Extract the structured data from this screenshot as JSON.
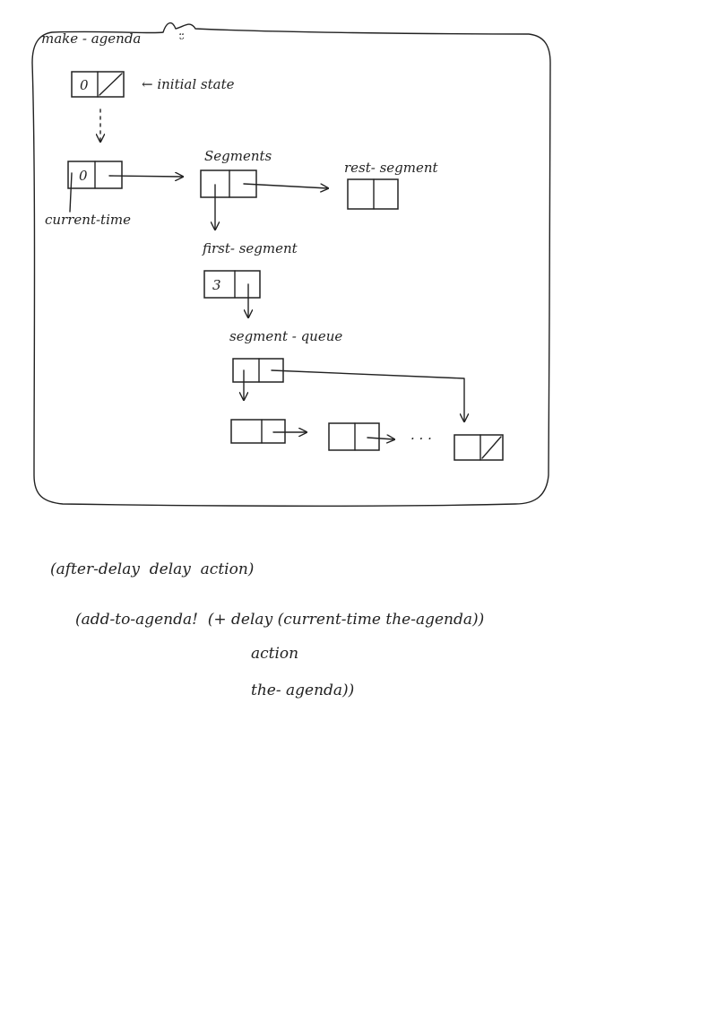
{
  "frame": {
    "title": "make - agenda",
    "smiley": "̮̈"
  },
  "labels": {
    "initial_state": "← initial state",
    "current_time": "current-time",
    "segments": "Segments",
    "rest_segment": "rest- segment",
    "first_segment": "first- segment",
    "segment_queue": "segment - queue",
    "ellipsis": "· · ·"
  },
  "cells": {
    "initial_time": "0",
    "current_time_value": "0",
    "first_segment_time": "3"
  },
  "code": {
    "line1": "(after-delay  delay  action)",
    "line2": "(add-to-agenda!  (+ delay (current-time the-agenda))",
    "line3": "action",
    "line4": "the- agenda))"
  }
}
